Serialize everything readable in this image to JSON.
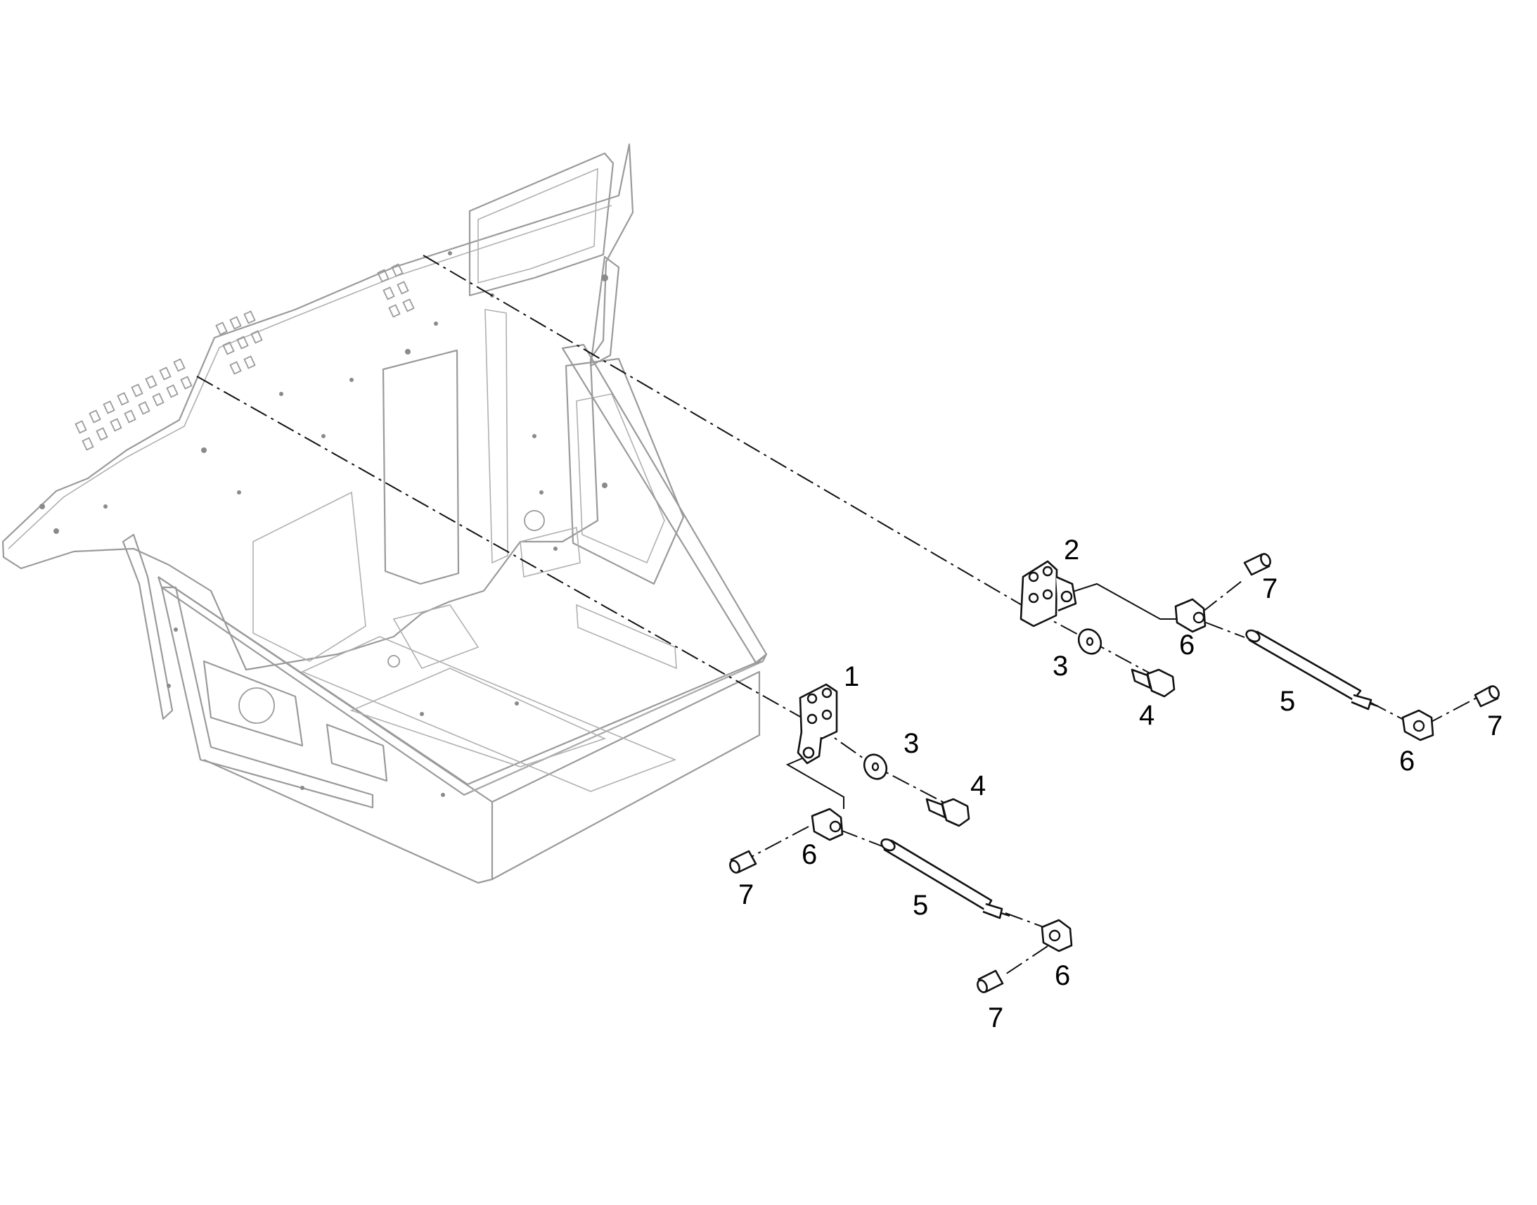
{
  "callouts": {
    "c1": "1",
    "c2": "2",
    "c3a": "3",
    "c3b": "3",
    "c4a": "4",
    "c4b": "4",
    "c5a": "5",
    "c5b": "5",
    "c6a": "6",
    "c6b": "6",
    "c6c": "6",
    "c6d": "6",
    "c7a": "7",
    "c7b": "7",
    "c7c": "7",
    "c7d": "7"
  }
}
